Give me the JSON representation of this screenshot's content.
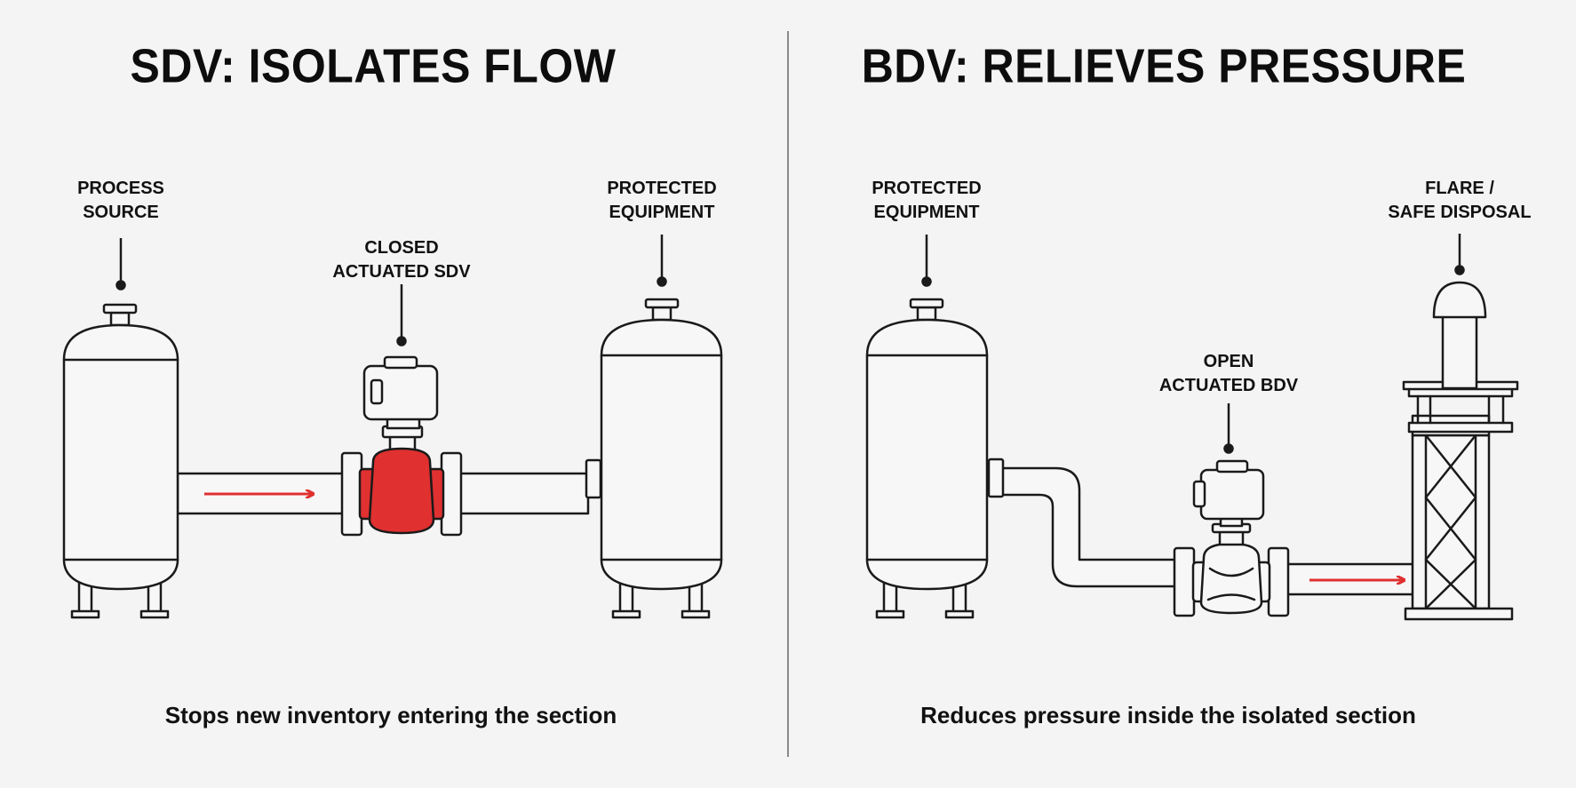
{
  "left_panel": {
    "title": "SDV: ISOLATES FLOW",
    "source_label_1": "PROCESS",
    "source_label_2": "SOURCE",
    "valve_label_1": "CLOSED",
    "valve_label_2": "ACTUATED SDV",
    "equipment_label_1": "PROTECTED",
    "equipment_label_2": "EQUIPMENT",
    "caption": "Stops new inventory entering the section",
    "valve_state": "closed",
    "valve_color": "#e03030"
  },
  "right_panel": {
    "title": "BDV: RELIEVES PRESSURE",
    "equipment_label_1": "PROTECTED",
    "equipment_label_2": "EQUIPMENT",
    "valve_label_1": "OPEN",
    "valve_label_2": "ACTUATED BDV",
    "flare_label_1": "FLARE /",
    "flare_label_2": "SAFE DISPOSAL",
    "caption": "Reduces pressure inside the isolated section",
    "valve_state": "open"
  },
  "colors": {
    "line": "#1a1a1a",
    "fill": "#f7f7f7",
    "arrow": "#e03030",
    "divider": "#8a8a8a"
  },
  "icons": [
    "vessel-icon",
    "valve-icon",
    "actuator-icon",
    "flare-stack-icon",
    "flow-arrow-icon"
  ]
}
